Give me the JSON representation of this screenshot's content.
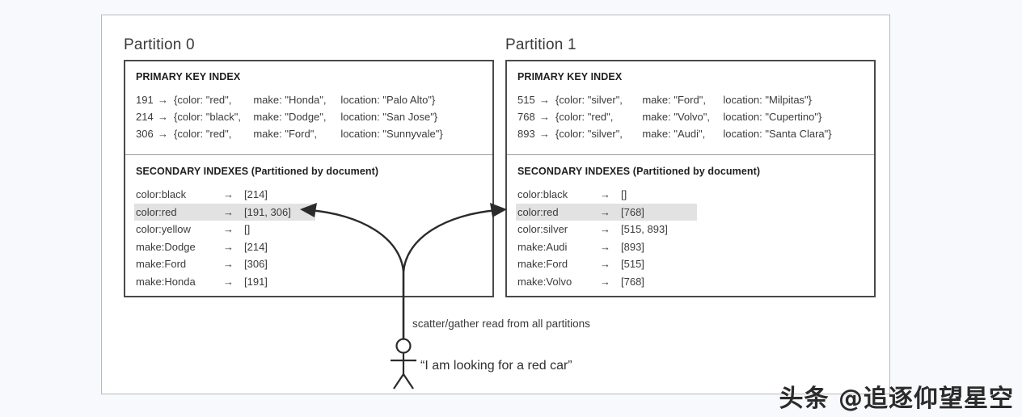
{
  "figure": {
    "background_color": "#f8f9fc",
    "frame_color": "#b9b9b9",
    "highlight_color": "#e2e2e2"
  },
  "partitions": [
    {
      "title": "Partition 0",
      "primary_index": {
        "section_title": "PRIMARY KEY INDEX",
        "rows": [
          {
            "id": "191",
            "arrow": "→",
            "brace_open": "{",
            "color": "color: \"red\",",
            "make": "make: \"Honda\",",
            "location": "location: \"Palo Alto\"}"
          },
          {
            "id": "214",
            "arrow": "→",
            "brace_open": "{",
            "color": "color: \"black\",",
            "make": "make: \"Dodge\",",
            "location": "location: \"San Jose\"}"
          },
          {
            "id": "306",
            "arrow": "→",
            "brace_open": "{",
            "color": "color: \"red\",",
            "make": "make: \"Ford\",",
            "location": "location: \"Sunnyvale\"}"
          }
        ]
      },
      "secondary_index": {
        "section_title": "SECONDARY INDEXES (Partitioned by document)",
        "rows": [
          {
            "key": "color:black",
            "arrow": "→",
            "value": "[214]",
            "highlight": false
          },
          {
            "key": "color:red",
            "arrow": "→",
            "value": "[191, 306]",
            "highlight": true
          },
          {
            "key": "color:yellow",
            "arrow": "→",
            "value": "[]",
            "highlight": false
          },
          {
            "key": "make:Dodge",
            "arrow": "→",
            "value": "[214]",
            "highlight": false
          },
          {
            "key": "make:Ford",
            "arrow": "→",
            "value": "[306]",
            "highlight": false
          },
          {
            "key": "make:Honda",
            "arrow": "→",
            "value": "[191]",
            "highlight": false
          }
        ]
      }
    },
    {
      "title": "Partition 1",
      "primary_index": {
        "section_title": "PRIMARY KEY INDEX",
        "rows": [
          {
            "id": "515",
            "arrow": "→",
            "brace_open": "{",
            "color": "color: \"silver\",",
            "make": "make: \"Ford\",",
            "location": "location: \"Milpitas\"}"
          },
          {
            "id": "768",
            "arrow": "→",
            "brace_open": "{",
            "color": "color: \"red\",",
            "make": "make: \"Volvo\",",
            "location": "location: \"Cupertino\"}"
          },
          {
            "id": "893",
            "arrow": "→",
            "brace_open": "{",
            "color": "color: \"silver\",",
            "make": "make: \"Audi\",",
            "location": "location: \"Santa Clara\"}"
          }
        ]
      },
      "secondary_index": {
        "section_title": "SECONDARY INDEXES (Partitioned by document)",
        "rows": [
          {
            "key": "color:black",
            "arrow": "→",
            "value": "[]",
            "highlight": false
          },
          {
            "key": "color:red",
            "arrow": "→",
            "value": "[768]",
            "highlight": true
          },
          {
            "key": "color:silver",
            "arrow": "→",
            "value": "[515, 893]",
            "highlight": false
          },
          {
            "key": "make:Audi",
            "arrow": "→",
            "value": "[893]",
            "highlight": false
          },
          {
            "key": "make:Ford",
            "arrow": "→",
            "value": "[515]",
            "highlight": false
          },
          {
            "key": "make:Volvo",
            "arrow": "→",
            "value": "[768]",
            "highlight": false
          }
        ]
      }
    }
  ],
  "scatter": {
    "label": "scatter/gather read from all partitions",
    "user_quote": "“I am looking for a red car”"
  },
  "watermark": {
    "text": "头条 @追逐仰望星空"
  }
}
